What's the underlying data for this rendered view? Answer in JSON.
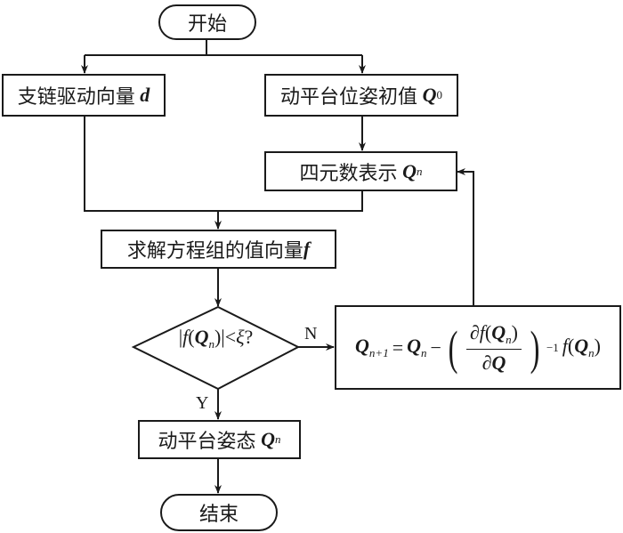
{
  "flowchart": {
    "start": {
      "label": "开始"
    },
    "branch_left": {
      "text": "支链驱动向量",
      "symbol": "d"
    },
    "branch_right": {
      "text": "动平台位姿初值",
      "symbol": "Q",
      "subscript": "0"
    },
    "quaternion": {
      "text": "四元数表示",
      "symbol": "Q",
      "subscript": "n"
    },
    "solve": {
      "text": "求解方程组的值向量",
      "symbol": "f"
    },
    "decision": {
      "abs_open": "|",
      "func": "f",
      "symbol": "Q",
      "subscript": "n",
      "abs_close": "|",
      "comparator": "<",
      "threshold": "ξ",
      "question": "?"
    },
    "update": {
      "lhs_symbol": "Q",
      "lhs_subscript": "n+1",
      "equals": "=",
      "rhs_symbol": "Q",
      "rhs_subscript": "n",
      "minus": "−",
      "partial": "∂",
      "func": "f",
      "den_symbol": "Q",
      "exponent": "−1",
      "paren_open": "(",
      "paren_close": ")"
    },
    "result": {
      "text": "动平台姿态",
      "symbol": "Q",
      "subscript": "n"
    },
    "end": {
      "label": "结束"
    },
    "edge_labels": {
      "no": "N",
      "yes": "Y"
    }
  }
}
